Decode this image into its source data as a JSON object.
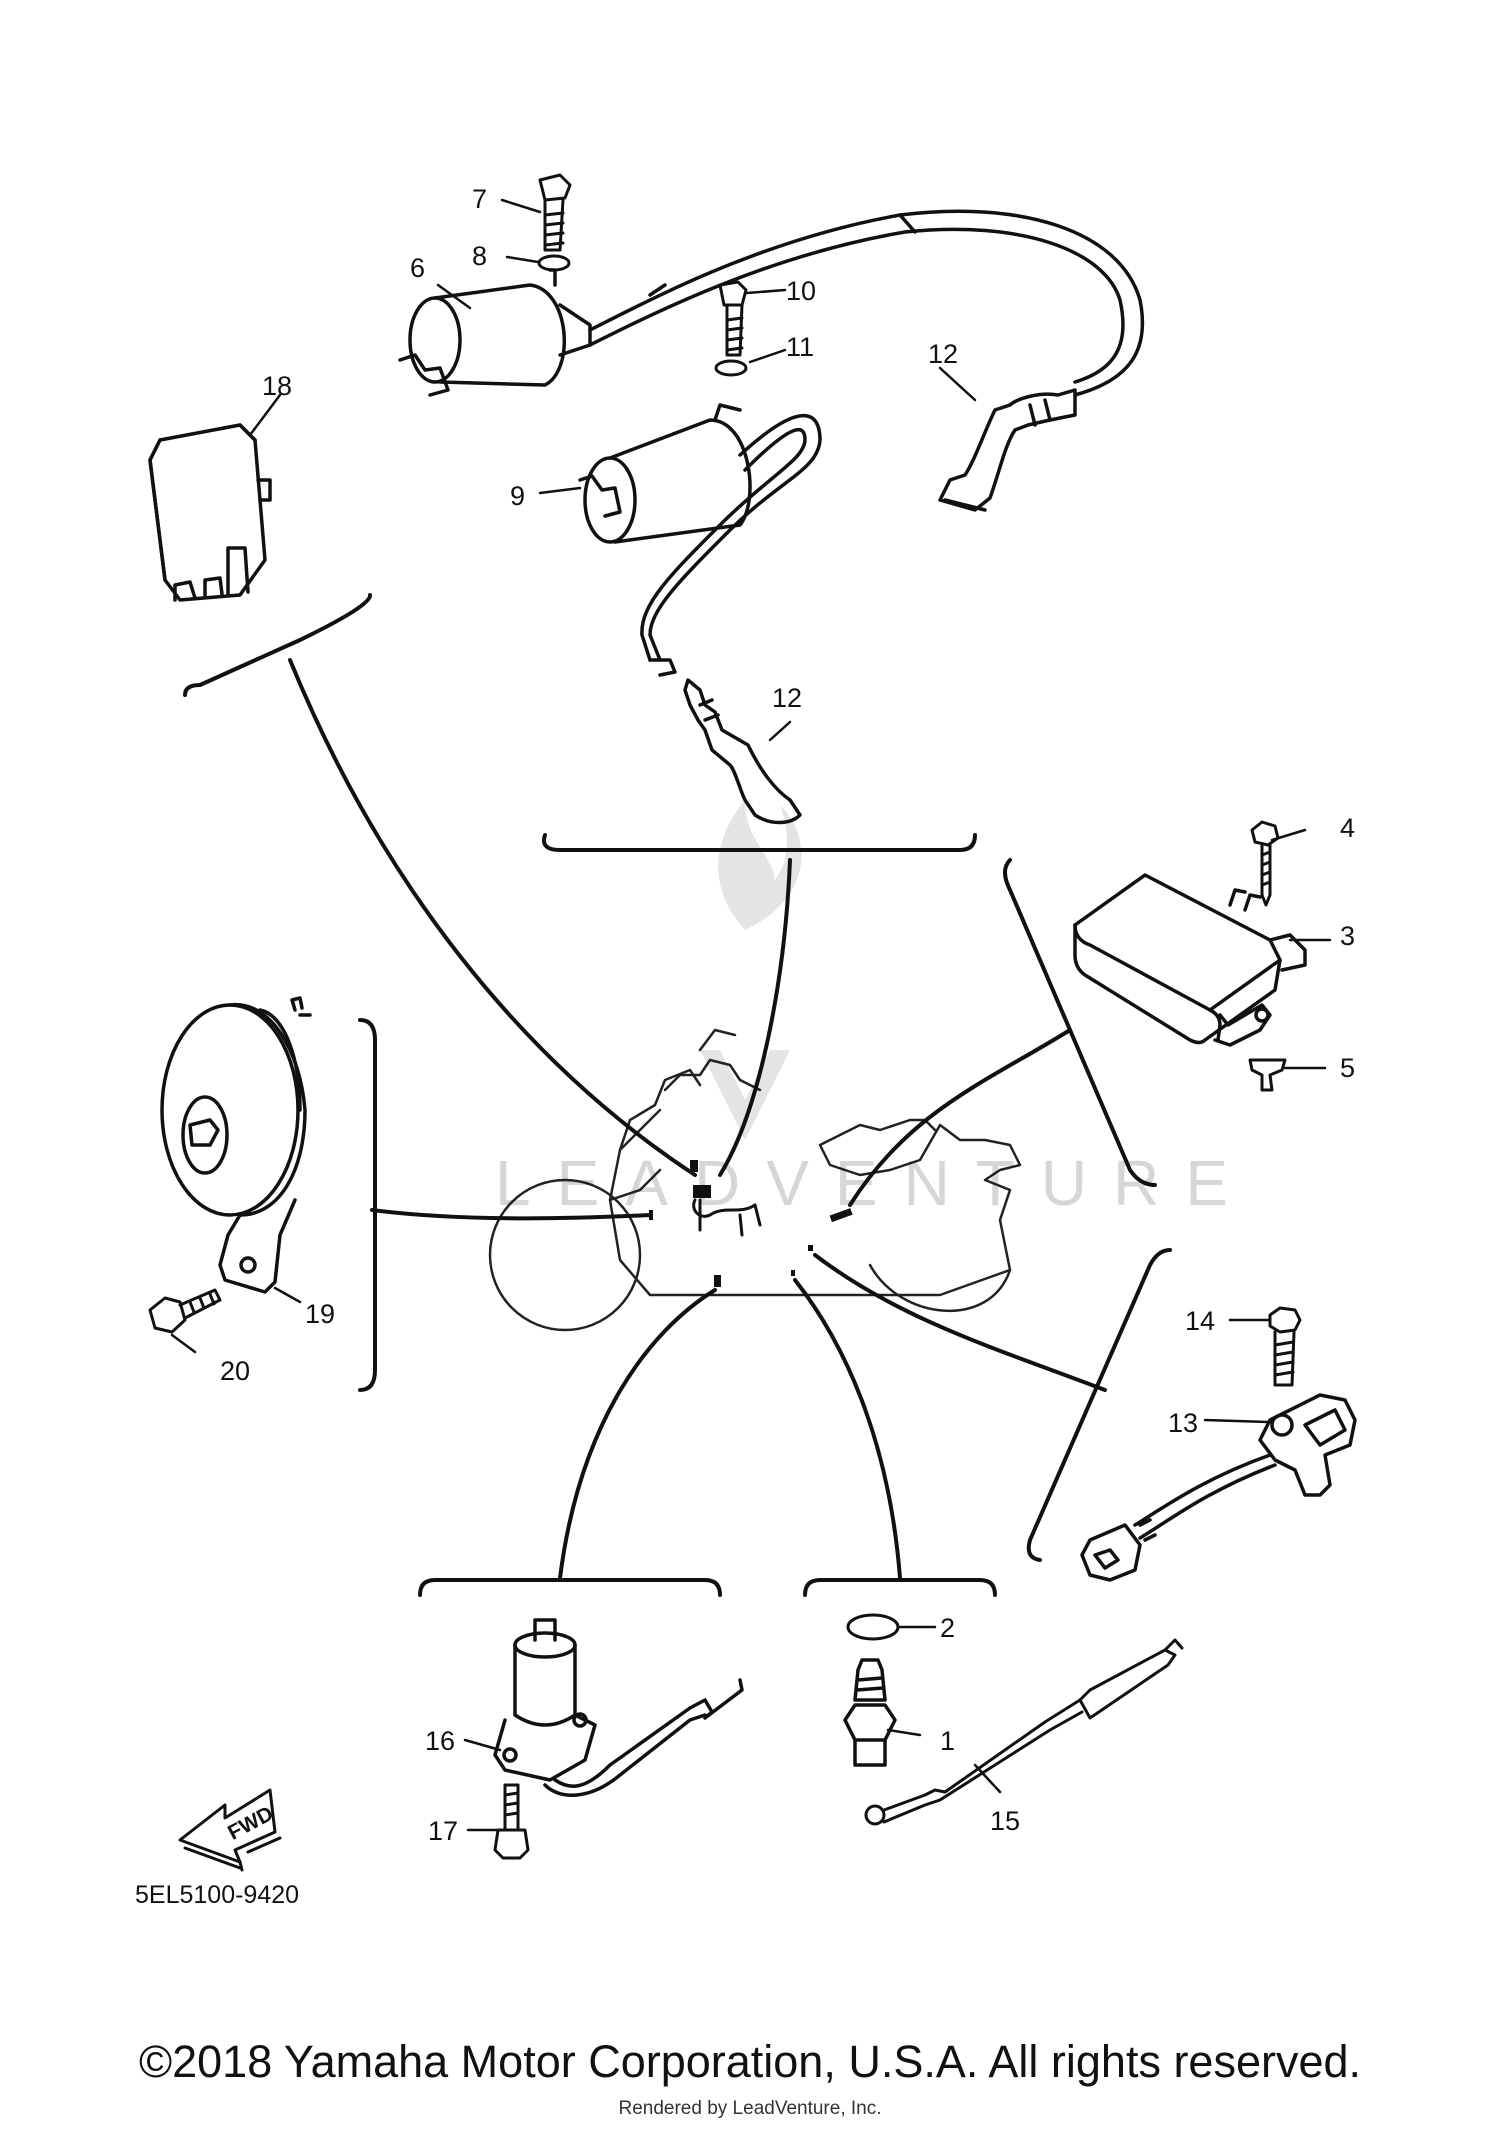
{
  "diagram_code": "5EL5100-9420",
  "fwd_label": "FWD",
  "watermark": "LEADVENTURE",
  "footer": {
    "copyright": "©2018 Yamaha Motor Corporation, U.S.A. All rights reserved.",
    "rendered_by": "Rendered by LeadVenture, Inc."
  },
  "callouts": [
    "1",
    "2",
    "3",
    "4",
    "5",
    "6",
    "7",
    "8",
    "9",
    "10",
    "11",
    "12",
    "12",
    "13",
    "14",
    "15",
    "16",
    "17",
    "18",
    "19",
    "20"
  ]
}
